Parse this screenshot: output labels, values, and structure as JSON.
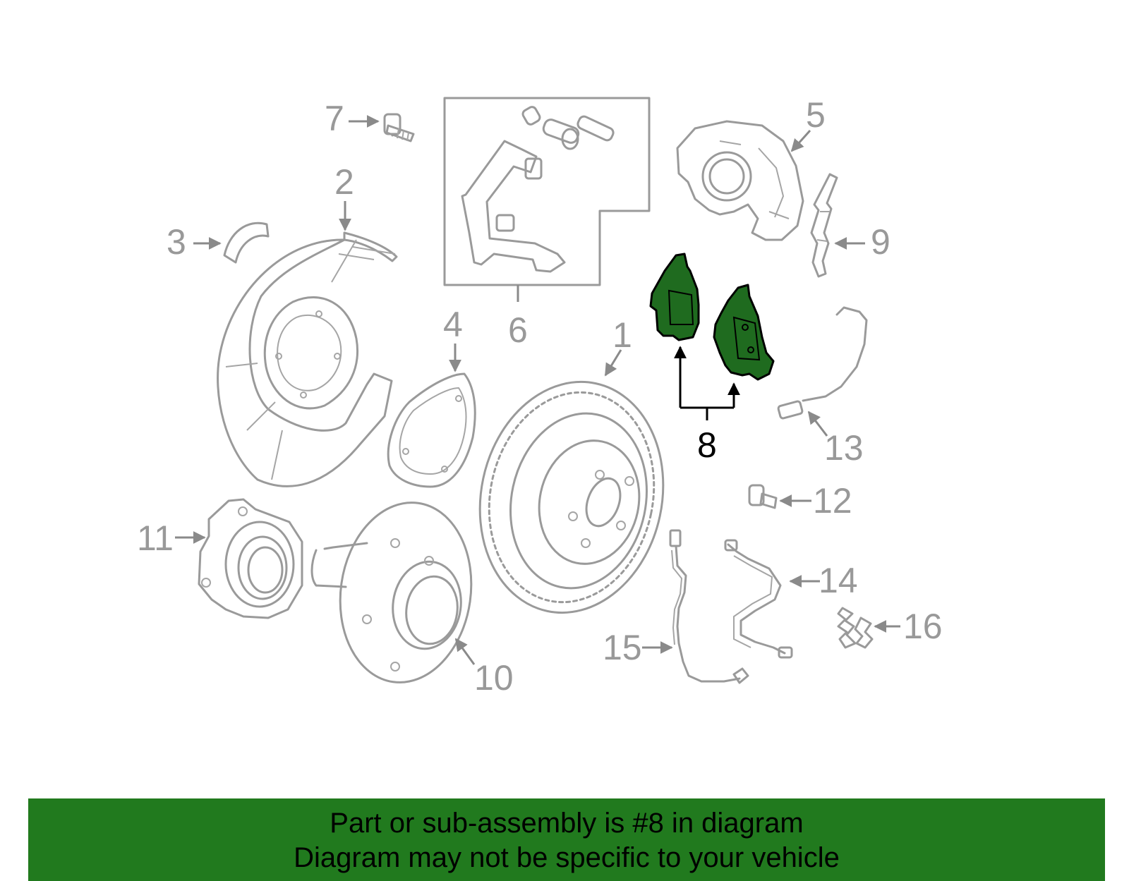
{
  "colors": {
    "highlight": "#217a1e",
    "part_stroke": "#9a9a9a",
    "label_gray": "#999999",
    "label_highlight": "#000000"
  },
  "callouts": {
    "c1": "1",
    "c2": "2",
    "c3": "3",
    "c4": "4",
    "c5": "5",
    "c6": "6",
    "c7": "7",
    "c8": "8",
    "c9": "9",
    "c10": "10",
    "c11": "11",
    "c12": "12",
    "c13": "13",
    "c14": "14",
    "c15": "15",
    "c16": "16"
  },
  "highlighted_part": "8",
  "banner": {
    "line1": "Part or sub-assembly is #8 in diagram",
    "line2": "Diagram may not be specific to your vehicle"
  }
}
